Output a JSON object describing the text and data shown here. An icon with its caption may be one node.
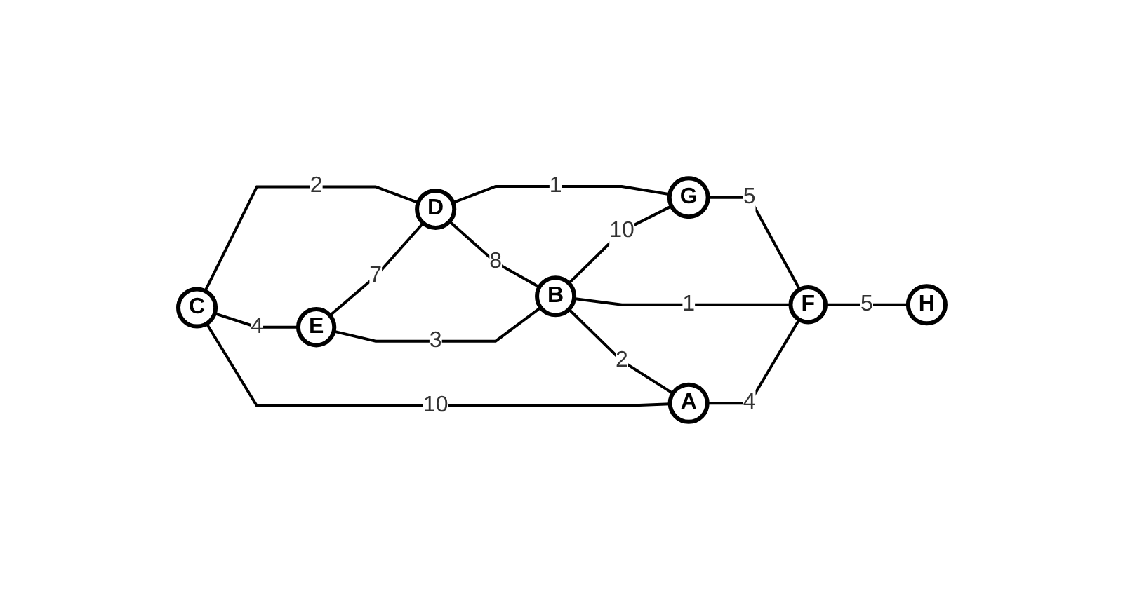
{
  "diagram": {
    "nodes": [
      {
        "text": [
          "C"
        ]
      },
      {
        "text": [
          "D"
        ]
      },
      {
        "text": [
          "G"
        ]
      },
      {
        "text": [
          "E"
        ]
      },
      {
        "text": [
          "B"
        ]
      },
      {
        "text": [
          "F"
        ]
      },
      {
        "text": [
          "H"
        ]
      },
      {
        "text": [
          "A"
        ]
      }
    ],
    "edges": [
      {
        "from": 0,
        "to": 1,
        "arrow": "none",
        "label": "2"
      },
      {
        "from": 1,
        "to": 2,
        "arrow": "none",
        "label": "1"
      },
      {
        "from": 0,
        "to": 3,
        "arrow": "none",
        "label": "4"
      },
      {
        "from": 3,
        "to": 1,
        "arrow": "none",
        "label": "7"
      },
      {
        "from": 0,
        "to": 7,
        "arrow": "none",
        "label": "10"
      },
      {
        "from": 1,
        "to": 4,
        "arrow": "none",
        "label": "8"
      },
      {
        "from": 4,
        "to": 2,
        "arrow": "none",
        "label": "10"
      },
      {
        "from": 2,
        "to": 5,
        "arrow": "none",
        "label": "5"
      },
      {
        "from": 3,
        "to": 4,
        "arrow": "none",
        "label": "3"
      },
      {
        "from": 4,
        "to": 5,
        "arrow": "none",
        "label": "1"
      },
      {
        "from": 5,
        "to": 6,
        "arrow": "none",
        "label": "5"
      },
      {
        "from": 4,
        "to": 7,
        "arrow": "none",
        "label": "2"
      },
      {
        "from": 7,
        "to": 5,
        "arrow": "none",
        "label": "4"
      }
    ]
  }
}
